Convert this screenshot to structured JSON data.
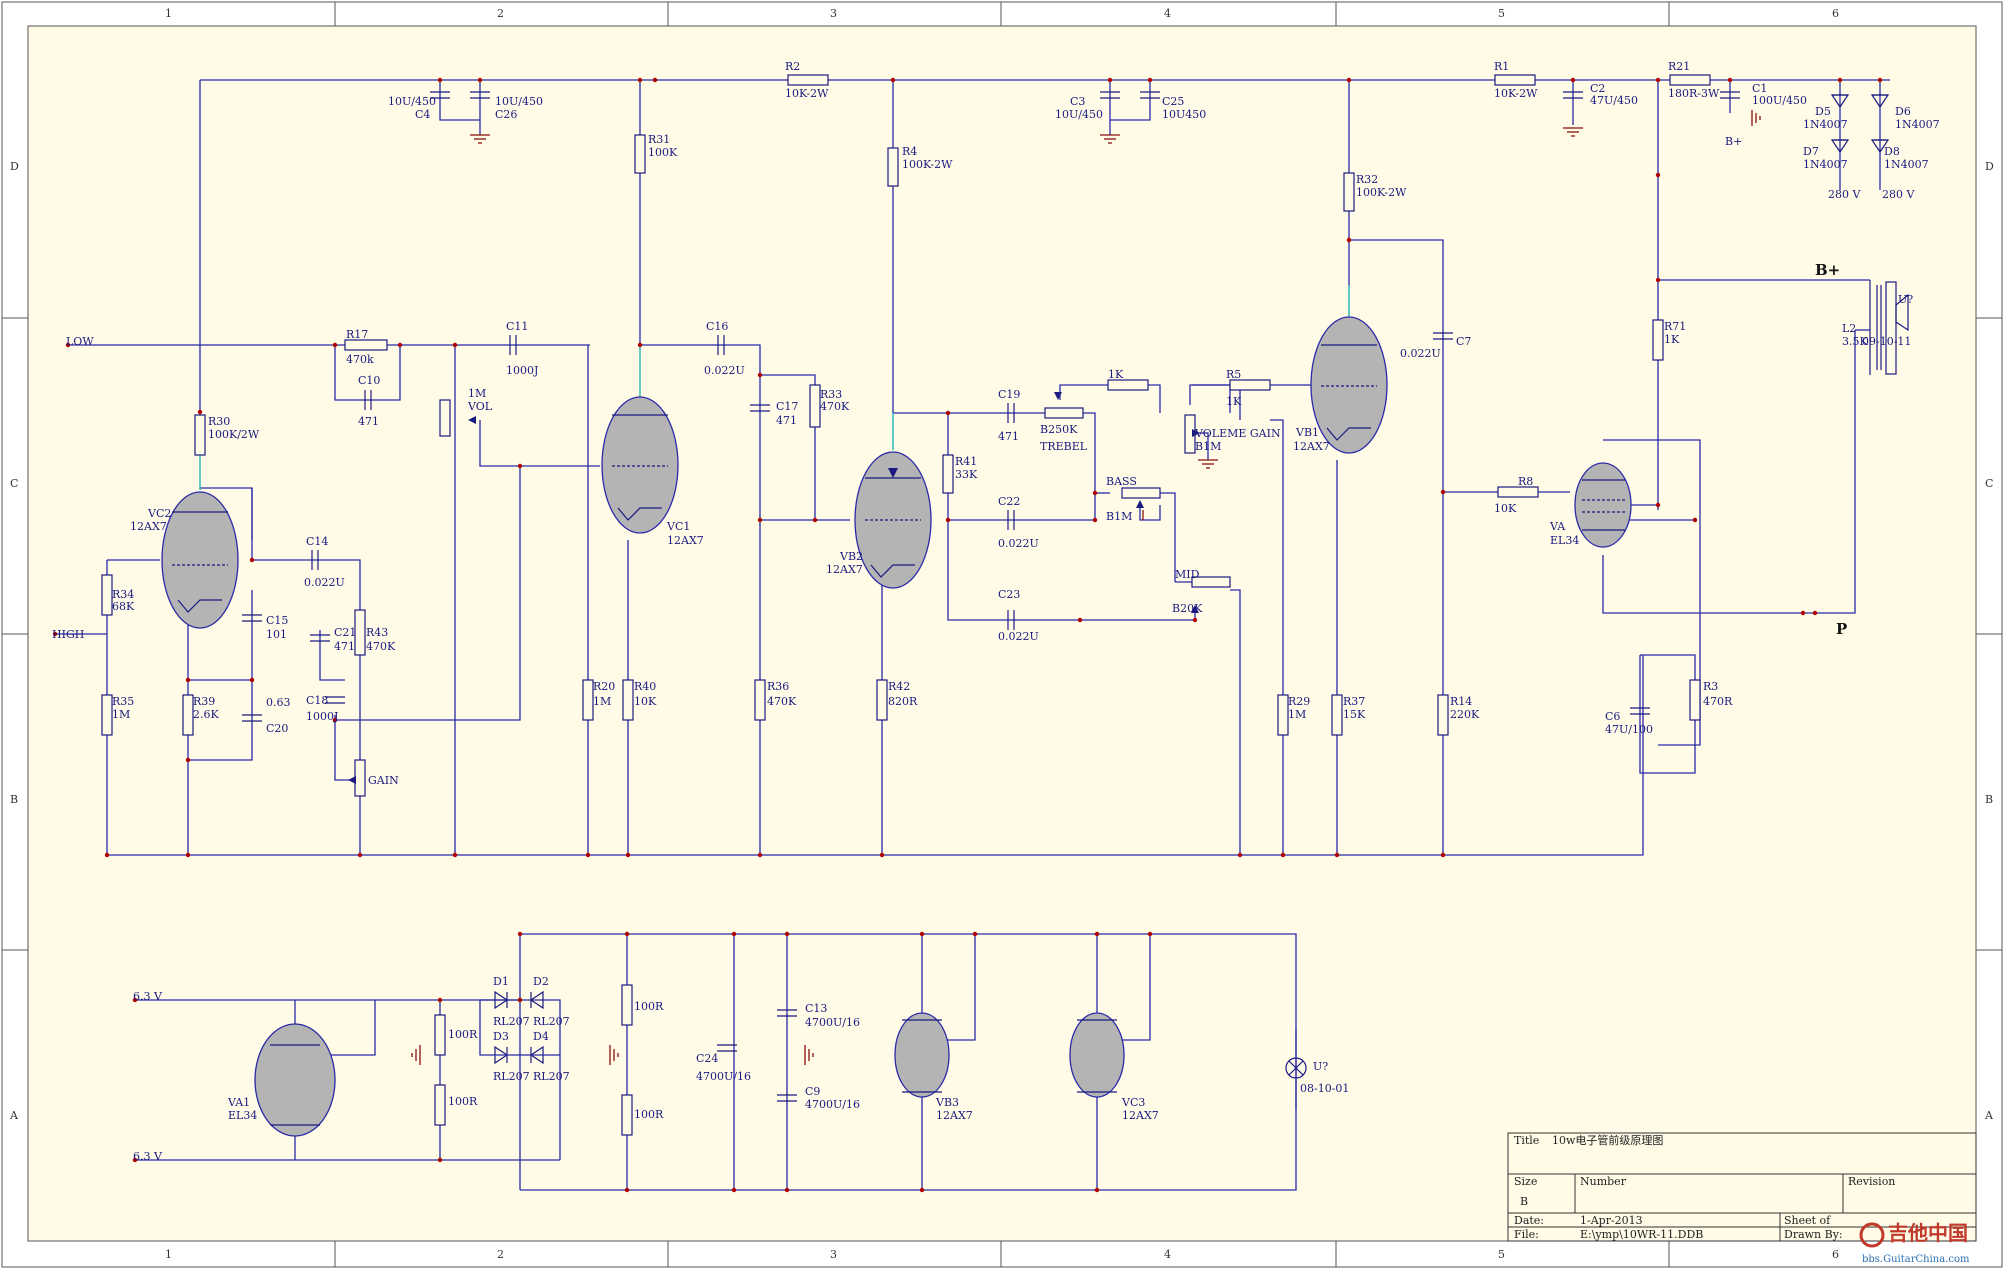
{
  "frame": {
    "columns": [
      "1",
      "2",
      "3",
      "4",
      "5",
      "6"
    ],
    "rows": [
      "D",
      "C",
      "B",
      "A"
    ]
  },
  "nets": {
    "low": "LOW",
    "high": "HIGH",
    "bplus": "B+",
    "p": "P",
    "v63a": "6.3 V",
    "v63b": "6.3 V",
    "v280a": "280 V",
    "v280b": "280 V"
  },
  "components": {
    "C4": {
      "ref": "C4",
      "value": "10U/450"
    },
    "C26": {
      "ref": "C26",
      "value": "10U/450"
    },
    "R2": {
      "ref": "R2",
      "value": "10K-2W"
    },
    "C3": {
      "ref": "C3",
      "value": "10U/450"
    },
    "C25": {
      "ref": "C25",
      "value": "10U450"
    },
    "R1": {
      "ref": "R1",
      "value": "10K-2W"
    },
    "C2": {
      "ref": "C2",
      "value": "47U/450"
    },
    "R21": {
      "ref": "R21",
      "value": "180R-3W"
    },
    "C1": {
      "ref": "C1",
      "value": "100U/450"
    },
    "D5": {
      "ref": "D5",
      "value": "1N4007"
    },
    "D6": {
      "ref": "D6",
      "value": "1N4007"
    },
    "D7": {
      "ref": "D7",
      "value": "1N4007"
    },
    "D8": {
      "ref": "D8",
      "value": "1N4007"
    },
    "R31": {
      "ref": "R31",
      "value": "100K"
    },
    "R4": {
      "ref": "R4",
      "value": "100K-2W"
    },
    "R32": {
      "ref": "R32",
      "value": "100K-2W"
    },
    "R17": {
      "ref": "R17",
      "value": "470k"
    },
    "C10": {
      "ref": "C10",
      "value": "471"
    },
    "C11": {
      "ref": "C11",
      "value": "1000J"
    },
    "VOL": {
      "ref": "VOL",
      "value": "1M"
    },
    "C16": {
      "ref": "C16",
      "value": "0.022U"
    },
    "C17": {
      "ref": "C17",
      "value": "471"
    },
    "R33": {
      "ref": "R33",
      "value": "470K"
    },
    "C19": {
      "ref": "C19",
      "value": "471"
    },
    "TREBEL": {
      "ref": "TREBEL",
      "value": "B250K"
    },
    "R1K": {
      "ref": "",
      "value": "1K"
    },
    "R5": {
      "ref": "R5",
      "value": "1K"
    },
    "VOLGAIN": {
      "ref": "VOLEME GAIN",
      "value": "B1M"
    },
    "C7": {
      "ref": "C7",
      "value": "0.022U"
    },
    "R71": {
      "ref": "R71",
      "value": "1K"
    },
    "L2": {
      "ref": "L2",
      "value": "3.5K"
    },
    "UQ": {
      "ref": "U?",
      "value": "09-10-11"
    },
    "R30": {
      "ref": "R30",
      "value": "100K/2W"
    },
    "R41": {
      "ref": "R41",
      "value": "33K"
    },
    "BASS": {
      "ref": "BASS",
      "value": "B1M"
    },
    "C22": {
      "ref": "C22",
      "value": "0.022U"
    },
    "MID": {
      "ref": "MID",
      "value": "B20K"
    },
    "C23": {
      "ref": "C23",
      "value": "0.022U"
    },
    "R8": {
      "ref": "R8",
      "value": "10K"
    },
    "C14": {
      "ref": "C14",
      "value": "0.022U"
    },
    "R34": {
      "ref": "R34",
      "value": "68K"
    },
    "C15": {
      "ref": "C15",
      "value": "101"
    },
    "C21": {
      "ref": "C21",
      "value": "471"
    },
    "R43": {
      "ref": "R43",
      "value": "470K"
    },
    "C18": {
      "ref": "C18",
      "value": "1000J"
    },
    "C20": {
      "ref": "C20",
      "value": "0.63"
    },
    "R35": {
      "ref": "R35",
      "value": "1M"
    },
    "R39": {
      "ref": "R39",
      "value": "2.6K"
    },
    "GAIN": {
      "ref": "GAIN",
      "value": ""
    },
    "R20": {
      "ref": "R20",
      "value": "1M"
    },
    "R40": {
      "ref": "R40",
      "value": "10K"
    },
    "R36": {
      "ref": "R36",
      "value": "470K"
    },
    "R42": {
      "ref": "R42",
      "value": "820R"
    },
    "R29": {
      "ref": "R29",
      "value": "1M"
    },
    "R37": {
      "ref": "R37",
      "value": "15K"
    },
    "R14": {
      "ref": "R14",
      "value": "220K"
    },
    "C6": {
      "ref": "C6",
      "value": "47U/100"
    },
    "R3": {
      "ref": "R3",
      "value": "470R"
    },
    "D1": {
      "ref": "D1",
      "value": "RL207"
    },
    "D2": {
      "ref": "D2",
      "value": "RL207"
    },
    "D3": {
      "ref": "D3",
      "value": "RL207"
    },
    "D4": {
      "ref": "D4",
      "value": "RL207"
    },
    "RH1": {
      "ref": "",
      "value": "100R"
    },
    "RH2": {
      "ref": "",
      "value": "100R"
    },
    "RH3": {
      "ref": "",
      "value": "100R"
    },
    "RH4": {
      "ref": "",
      "value": "100R"
    },
    "C13": {
      "ref": "C13",
      "value": "4700U/16"
    },
    "C24": {
      "ref": "C24",
      "value": "4700U/16"
    },
    "C9": {
      "ref": "C9",
      "value": "4700U/16"
    },
    "LAMP": {
      "ref": "U?",
      "value": "08-10-01"
    }
  },
  "tubes": {
    "VC2": {
      "ref": "VC2",
      "type": "12AX7"
    },
    "VC1": {
      "ref": "VC1",
      "type": "12AX7"
    },
    "VB2": {
      "ref": "VB2",
      "type": "12AX7"
    },
    "VB1": {
      "ref": "VB1",
      "type": "12AX7"
    },
    "VA": {
      "ref": "VA",
      "type": "EL34"
    },
    "VA1": {
      "ref": "VA1",
      "type": "EL34"
    },
    "VB3": {
      "ref": "VB3",
      "type": "12AX7"
    },
    "VC3": {
      "ref": "VC3",
      "type": "12AX7"
    }
  },
  "titleblock": {
    "title_label": "Title",
    "title_value": "10w电子管前级原理图",
    "size_label": "Size",
    "size_value": "B",
    "number_label": "Number",
    "revision_label": "Revision",
    "date_label": "Date:",
    "date_value": "1-Apr-2013",
    "sheet_label": "Sheet    of",
    "file_label": "File:",
    "file_value": "E:\\ymp\\10WR-11.DDB",
    "drawn_label": "Drawn By:"
  },
  "watermark": {
    "brand": "吉他中国",
    "url": "bbs.GuitarChina.com"
  }
}
